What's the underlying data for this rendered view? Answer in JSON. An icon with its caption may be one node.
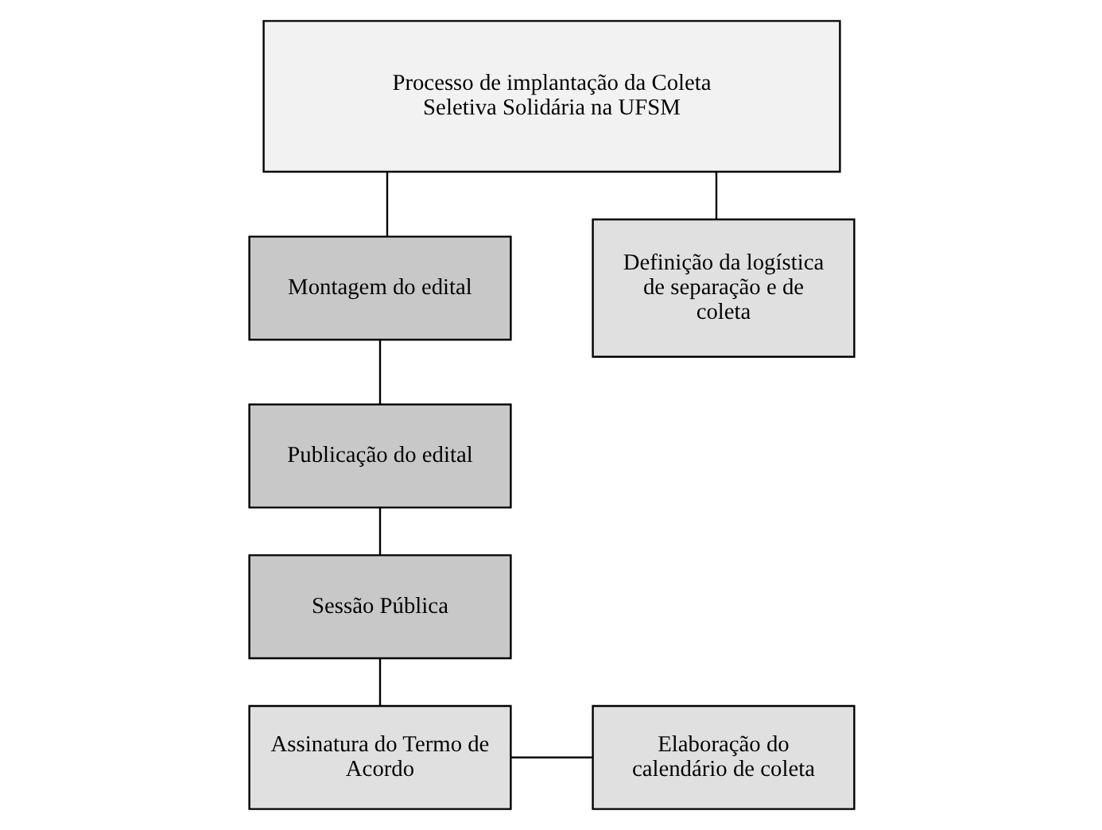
{
  "diagram": {
    "nodes": [
      {
        "text": [
          "Processo de implantação da Coleta Seletiva Solidária na UFSM"
        ]
      },
      {
        "text": [
          "Montagem do edital"
        ]
      },
      {
        "text": [
          "Publicação do edital"
        ]
      },
      {
        "text": [
          "Sessão Pública"
        ]
      },
      {
        "text": [
          "Assinatura do Termo de Acordo"
        ]
      },
      {
        "text": [
          "Definição da logística de separação e de coleta"
        ]
      },
      {
        "text": [
          "Elaboração do calendário de coleta"
        ]
      }
    ],
    "edges": [
      {
        "from": 0,
        "to": 1,
        "arrow": "none"
      },
      {
        "from": 1,
        "to": 2,
        "arrow": "none"
      },
      {
        "from": 2,
        "to": 3,
        "arrow": "none"
      },
      {
        "from": 3,
        "to": 4,
        "arrow": "none"
      },
      {
        "from": 0,
        "to": 5,
        "arrow": "none"
      },
      {
        "from": 4,
        "to": 6,
        "arrow": "none"
      }
    ]
  }
}
